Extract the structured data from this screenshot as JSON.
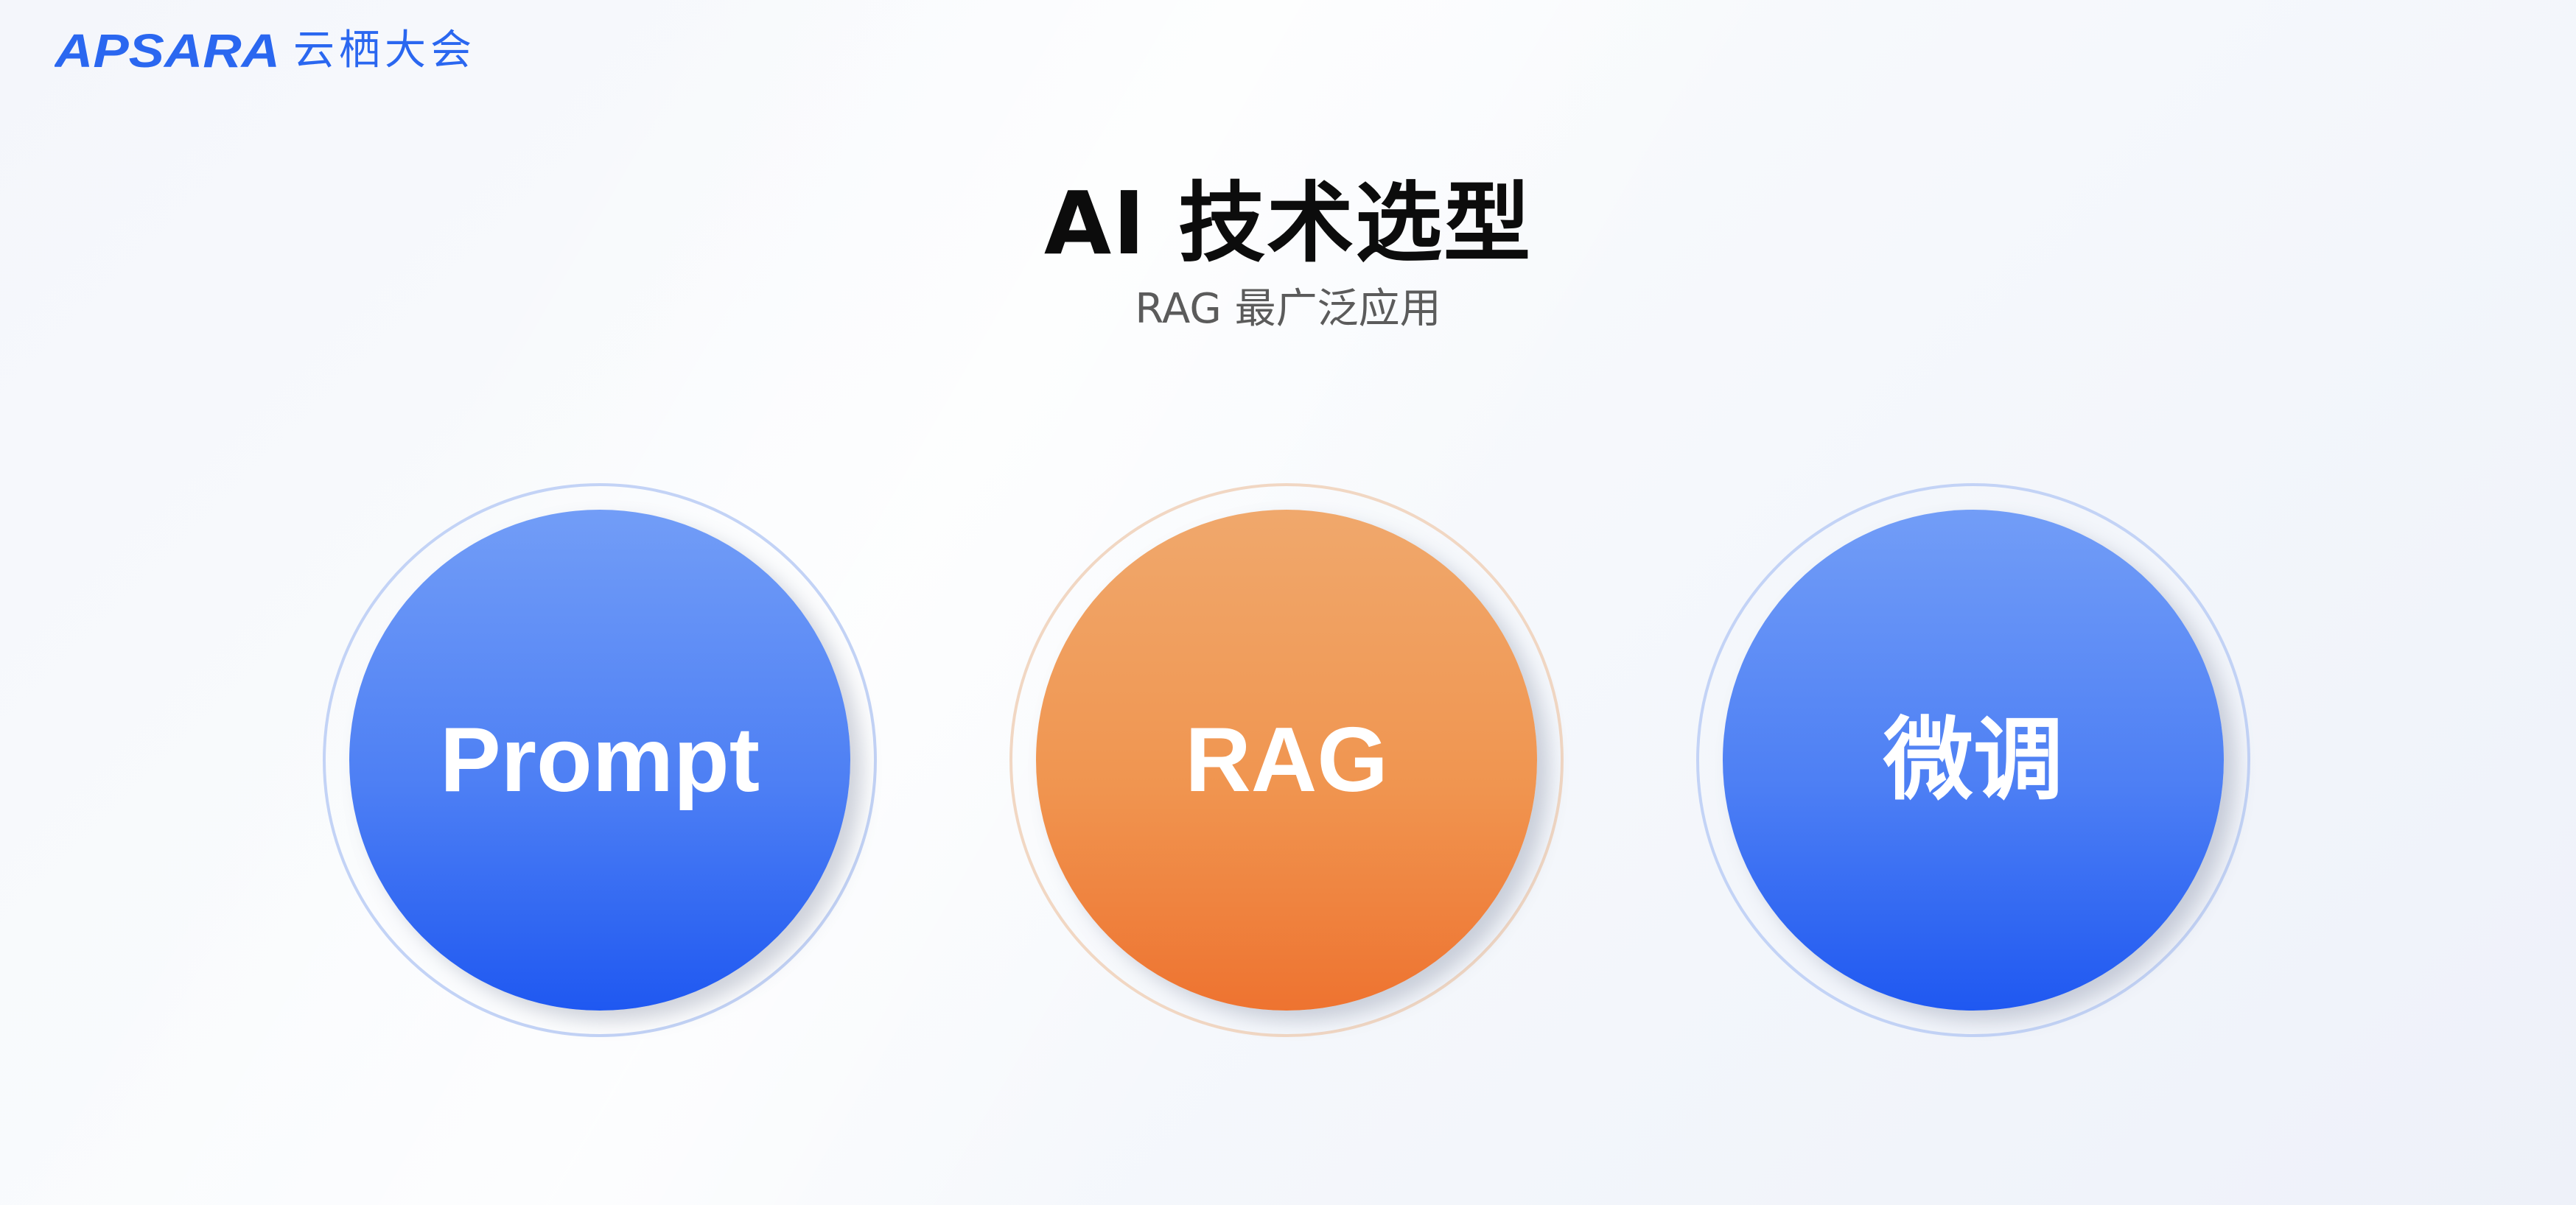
{
  "logo": {
    "brand": "APSARA",
    "subtitle_cn": "云栖大会"
  },
  "header": {
    "title": "AI 技术选型",
    "subtitle": "RAG 最广泛应用"
  },
  "options": [
    {
      "label": "Prompt",
      "color": "#4d7ff4"
    },
    {
      "label": "RAG",
      "color": "#f09550"
    },
    {
      "label": "微调",
      "color": "#4d7ff4"
    }
  ],
  "colors": {
    "brand_blue": "#2a67f0",
    "accent_orange": "#ee7330"
  }
}
